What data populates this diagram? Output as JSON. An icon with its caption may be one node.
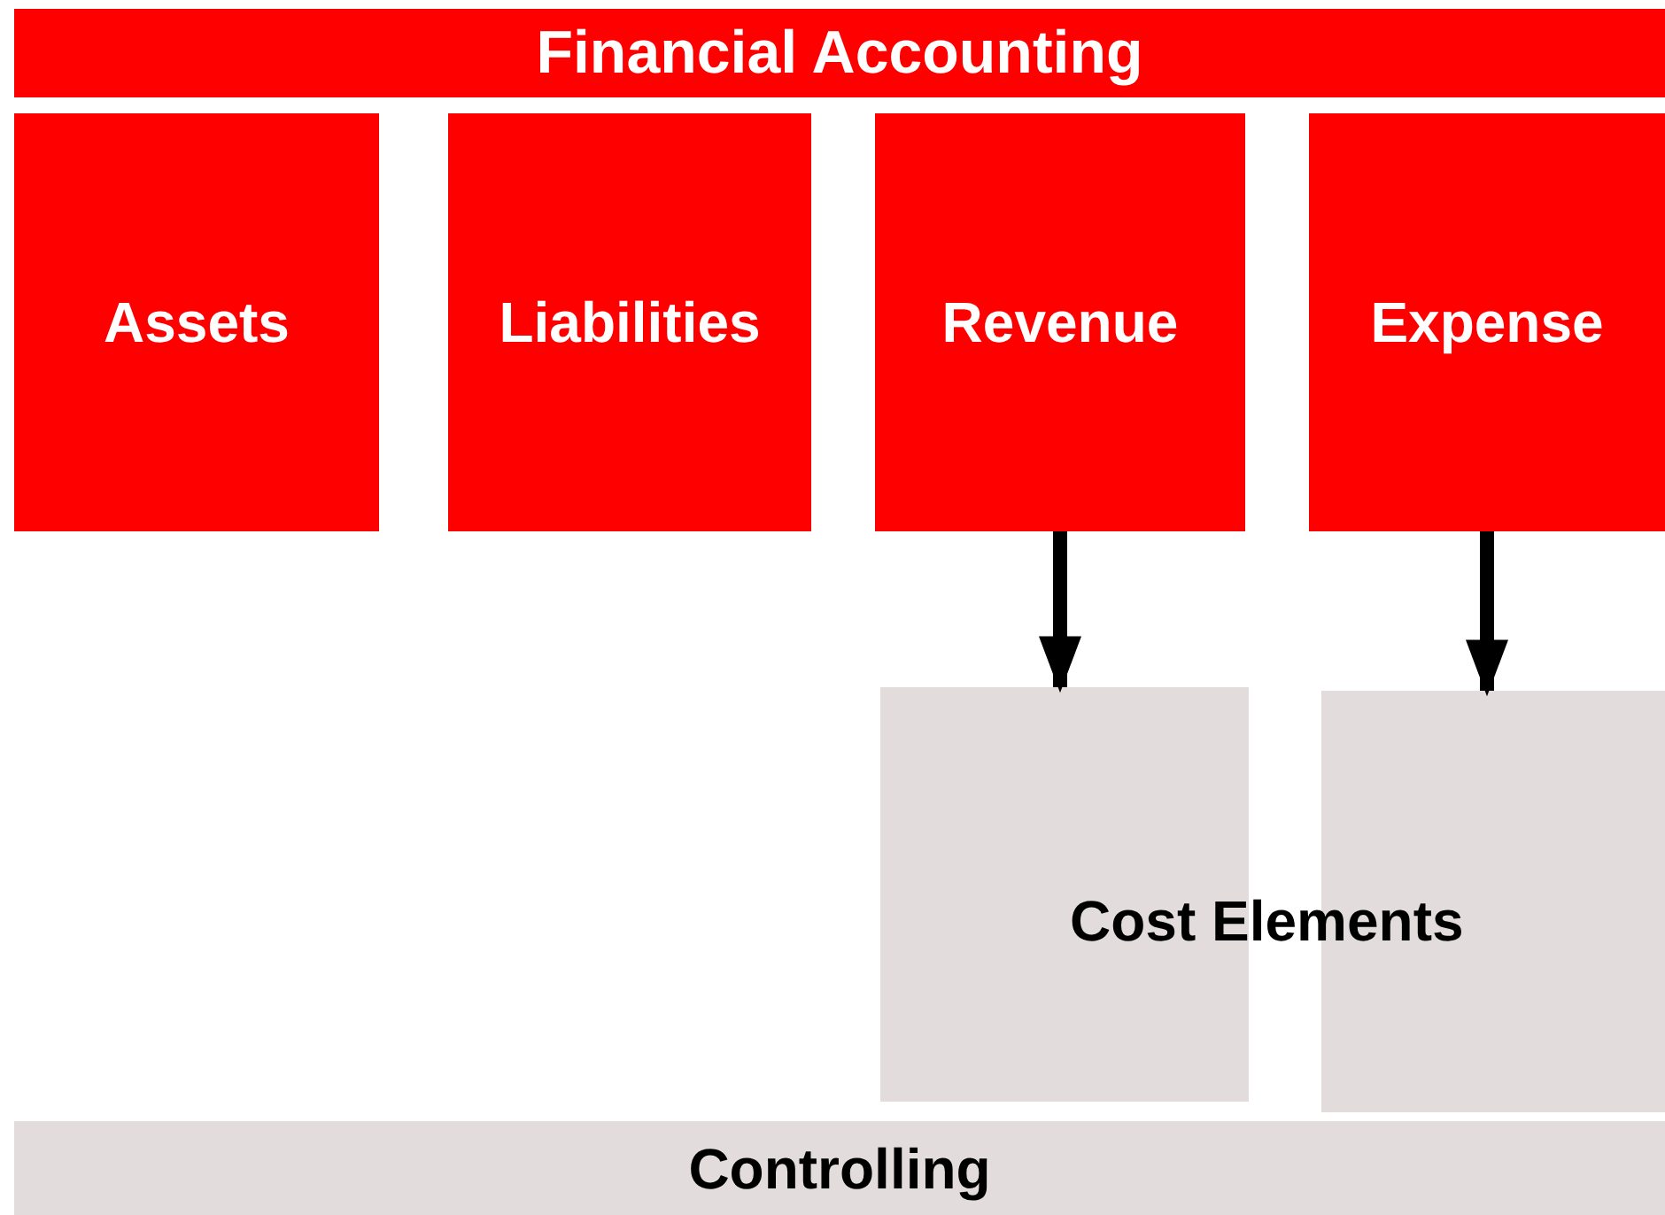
{
  "diagram": {
    "nodes": [
      {
        "text": [
          "Financial Accounting"
        ]
      },
      {
        "text": [
          "Assets"
        ]
      },
      {
        "text": [
          "Liabilities"
        ]
      },
      {
        "text": [
          "Revenue"
        ]
      },
      {
        "text": [
          "Expense"
        ]
      },
      {
        "text": [],
        "shape": "box"
      },
      {
        "text": [],
        "shape": "box"
      },
      {
        "text": [
          "Controlling"
        ]
      }
    ],
    "edges": [
      {
        "from": 3,
        "to": 5,
        "arrow": "to"
      },
      {
        "from": 4,
        "to": 6,
        "arrow": "to"
      }
    ],
    "labels": [
      "Cost Elements"
    ]
  }
}
